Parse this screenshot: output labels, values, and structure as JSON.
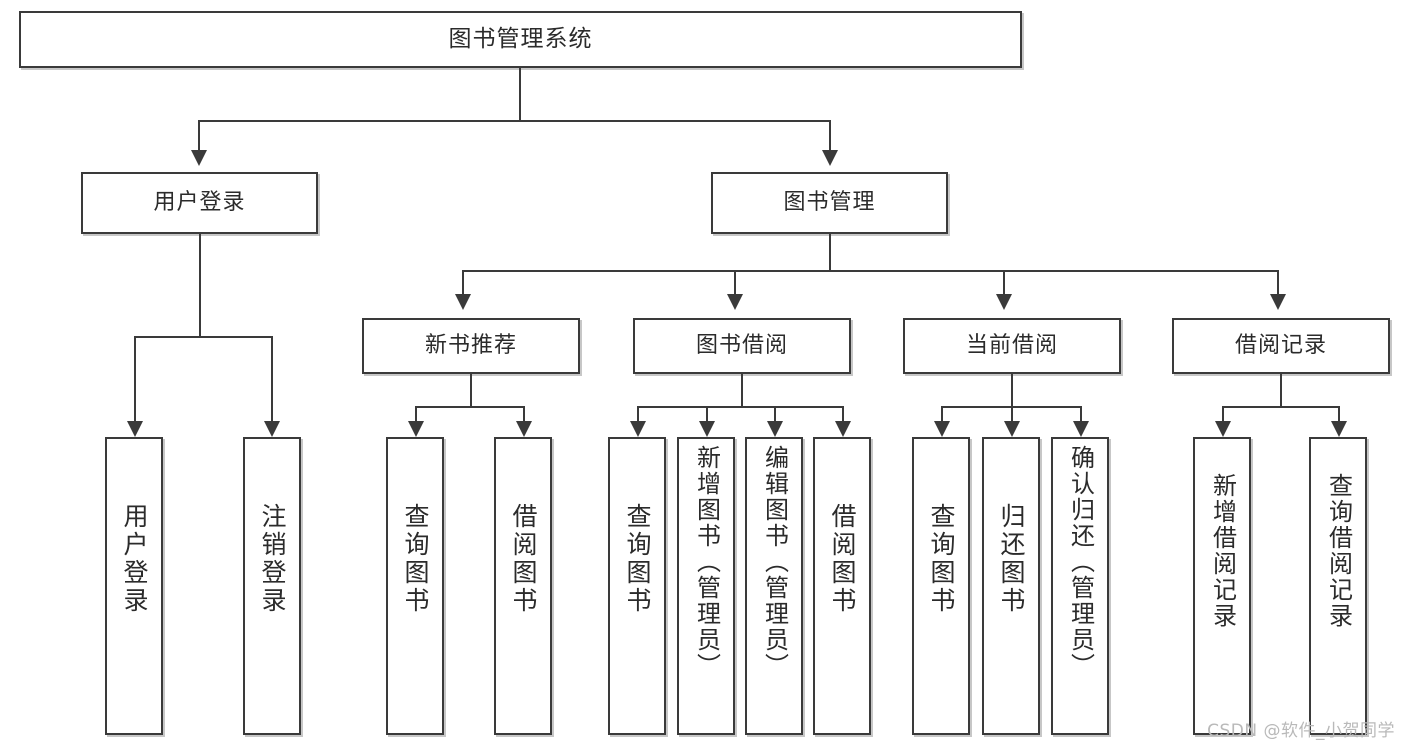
{
  "diagram": {
    "type": "tree",
    "title": "图书管理系统",
    "watermark": "CSDN @软件_小贺同学",
    "root": {
      "id": "root",
      "label": "图书管理系统"
    },
    "level1": [
      {
        "id": "user-login",
        "label": "用户登录"
      },
      {
        "id": "book-manage",
        "label": "图书管理"
      }
    ],
    "level2": [
      {
        "id": "new-book-recommend",
        "label": "新书推荐",
        "parent": "book-manage"
      },
      {
        "id": "book-borrow",
        "label": "图书借阅",
        "parent": "book-manage"
      },
      {
        "id": "current-borrow",
        "label": "当前借阅",
        "parent": "book-manage"
      },
      {
        "id": "borrow-record",
        "label": "借阅记录",
        "parent": "book-manage"
      }
    ],
    "leaves": [
      {
        "id": "leaf-user-login",
        "label": "用户登录",
        "parent": "user-login"
      },
      {
        "id": "leaf-logout",
        "label": "注销登录",
        "parent": "user-login"
      },
      {
        "id": "leaf-query-book-1",
        "label": "查询图书",
        "parent": "new-book-recommend"
      },
      {
        "id": "leaf-borrow-book-1",
        "label": "借阅图书",
        "parent": "new-book-recommend"
      },
      {
        "id": "leaf-query-book-2",
        "label": "查询图书",
        "parent": "book-borrow"
      },
      {
        "id": "leaf-add-book",
        "label": "新增图书（管理员）",
        "parent": "book-borrow"
      },
      {
        "id": "leaf-edit-book",
        "label": "编辑图书（管理员）",
        "parent": "book-borrow"
      },
      {
        "id": "leaf-borrow-book-2",
        "label": "借阅图书",
        "parent": "book-borrow"
      },
      {
        "id": "leaf-query-book-3",
        "label": "查询图书",
        "parent": "current-borrow"
      },
      {
        "id": "leaf-return-book",
        "label": "归还图书",
        "parent": "current-borrow"
      },
      {
        "id": "leaf-confirm-return",
        "label": "确认归还（管理员）",
        "parent": "current-borrow"
      },
      {
        "id": "leaf-add-borrow-record",
        "label": "新增借阅记录",
        "parent": "borrow-record"
      },
      {
        "id": "leaf-query-borrow-record",
        "label": "查询借阅记录",
        "parent": "borrow-record"
      }
    ],
    "colors": {
      "stroke": "#3a3a3a",
      "fill": "#ffffff",
      "text": "#2b2b2b",
      "watermark": "#b9b9b9"
    }
  }
}
